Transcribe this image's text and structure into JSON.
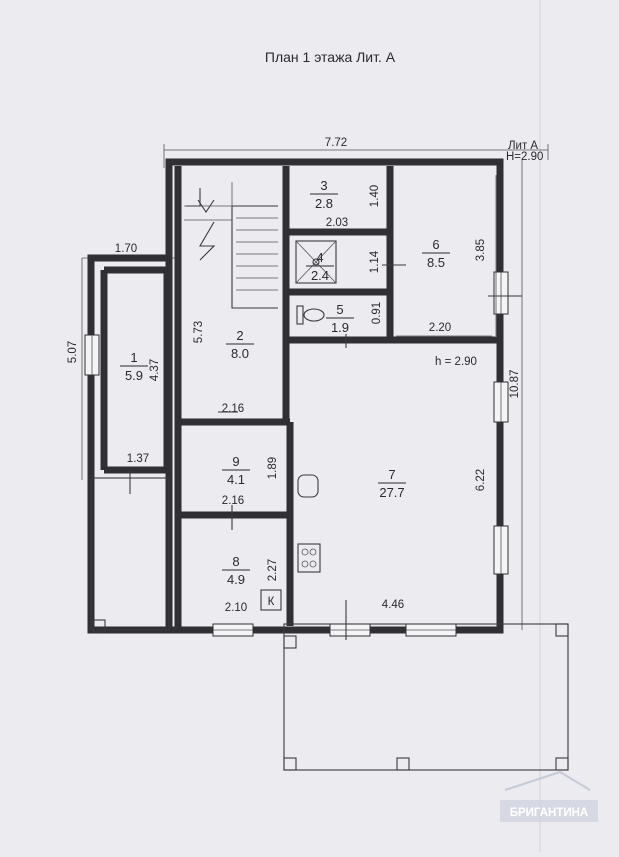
{
  "title": "План 1 этажа  Лит. А",
  "lit_label": "Лит А",
  "height_main": "Н=2.90",
  "height_room": "h = 2.90",
  "overall_dims": {
    "top": "7.72",
    "left_offset": "1.70",
    "left_height": "5.07",
    "right_height": "10.87"
  },
  "rooms": [
    {
      "id": "1",
      "area": "5.9"
    },
    {
      "id": "2",
      "area": "8.0"
    },
    {
      "id": "3",
      "area": "2.8"
    },
    {
      "id": "4",
      "area": "2.4"
    },
    {
      "id": "5",
      "area": "1.9"
    },
    {
      "id": "6",
      "area": "8.5"
    },
    {
      "id": "7",
      "area": "27.7"
    },
    {
      "id": "8",
      "area": "4.9"
    },
    {
      "id": "9",
      "area": "4.1"
    }
  ],
  "room_dims": {
    "r1_height": "4.37",
    "r1_width": "1.37",
    "r2_height": "5.73",
    "r2_width": "2.16",
    "r3_height": "1.40",
    "r3_width": "2.03",
    "r4_height": "1.14",
    "r5_height": "0.91",
    "r6_height": "3.85",
    "r6_width": "2.20",
    "r7_height": "6.22",
    "r7_width": "4.46",
    "r8_height": "2.27",
    "r8_width": "2.10",
    "r9_height": "1.89",
    "r9_width": "2.16"
  },
  "boiler_label": "К",
  "watermark": "БРИГАНТИНА"
}
